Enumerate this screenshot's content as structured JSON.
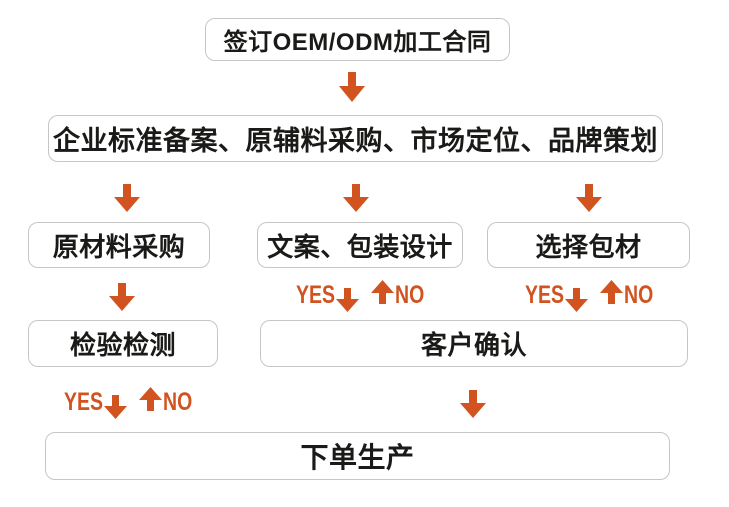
{
  "theme": {
    "background": "#ffffff",
    "accent": "#d1531f",
    "node_border": "#c6c6c4",
    "node_text": "#1a1a18"
  },
  "flowchart": {
    "nodes": [
      {
        "id": "sign-contract",
        "label": "签订OEM/ODM加工合同"
      },
      {
        "id": "prep-steps",
        "label": "企业标准备案、原辅料采购、市场定位、品牌策划"
      },
      {
        "id": "raw-material",
        "label": "原材料采购"
      },
      {
        "id": "copy-packaging-design",
        "label": "文案、包装设计"
      },
      {
        "id": "select-packaging",
        "label": "选择包材"
      },
      {
        "id": "inspection",
        "label": "检验检测"
      },
      {
        "id": "customer-confirm",
        "label": "客户确认"
      },
      {
        "id": "place-order",
        "label": "下单生产"
      }
    ],
    "labels": {
      "yes": "YES",
      "no": "NO"
    }
  }
}
